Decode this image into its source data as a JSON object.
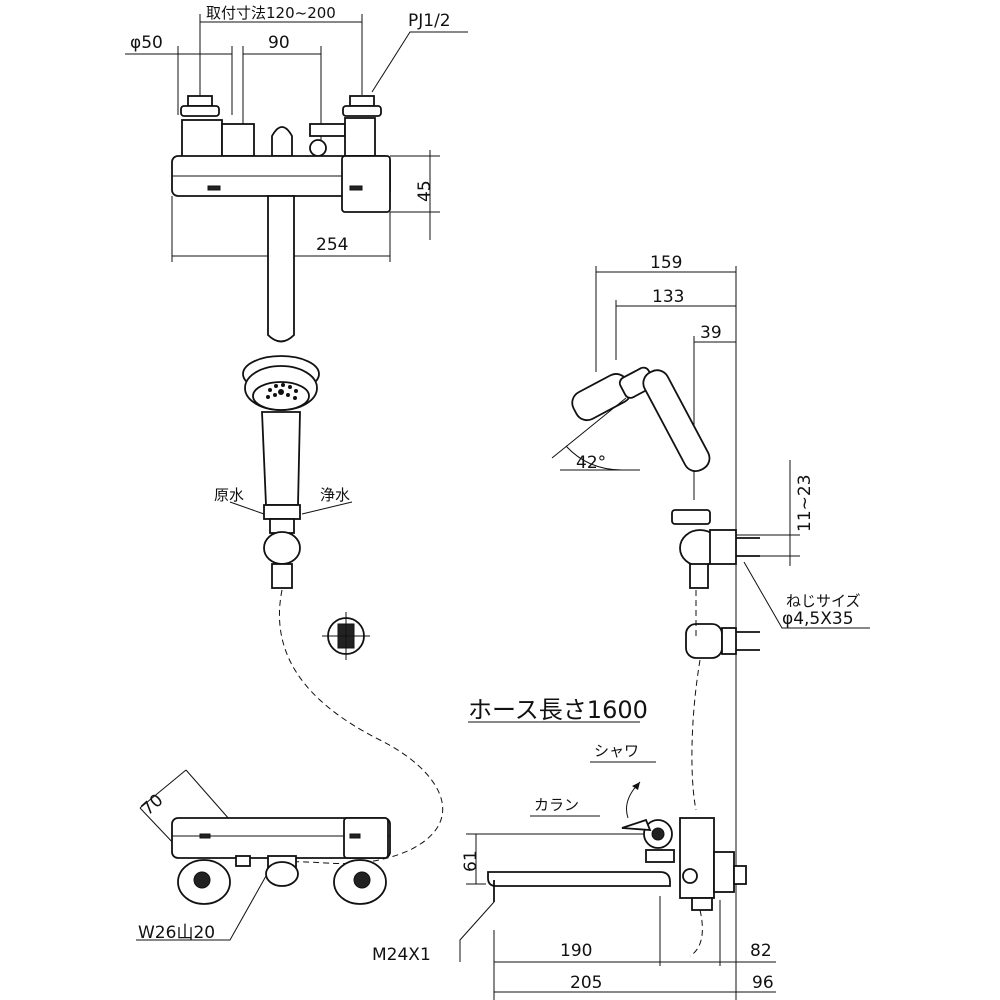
{
  "labels": {
    "mount_pitch": "取付寸法120~200",
    "pipe_thread": "PJ1/2",
    "dia_50": "φ50",
    "dim_90": "90",
    "dim_45": "45",
    "dim_254": "254",
    "raw_water": "原水",
    "pure_water": "浄水",
    "dim_159": "159",
    "dim_133": "133",
    "dim_39": "39",
    "angle_42": "42°",
    "dim_11_23": "11~23",
    "screw_size_label": "ねじサイズ",
    "screw_size": "φ4,5X35",
    "hose_length": "ホース長さ1600",
    "shower": "シャワ",
    "spout": "カラン",
    "dim_70": "70",
    "thread_w26": "W26山20",
    "dim_61": "61",
    "thread_m24": "M24X1",
    "dim_190": "190",
    "dim_205": "205",
    "dim_82": "82",
    "dim_96": "96"
  }
}
